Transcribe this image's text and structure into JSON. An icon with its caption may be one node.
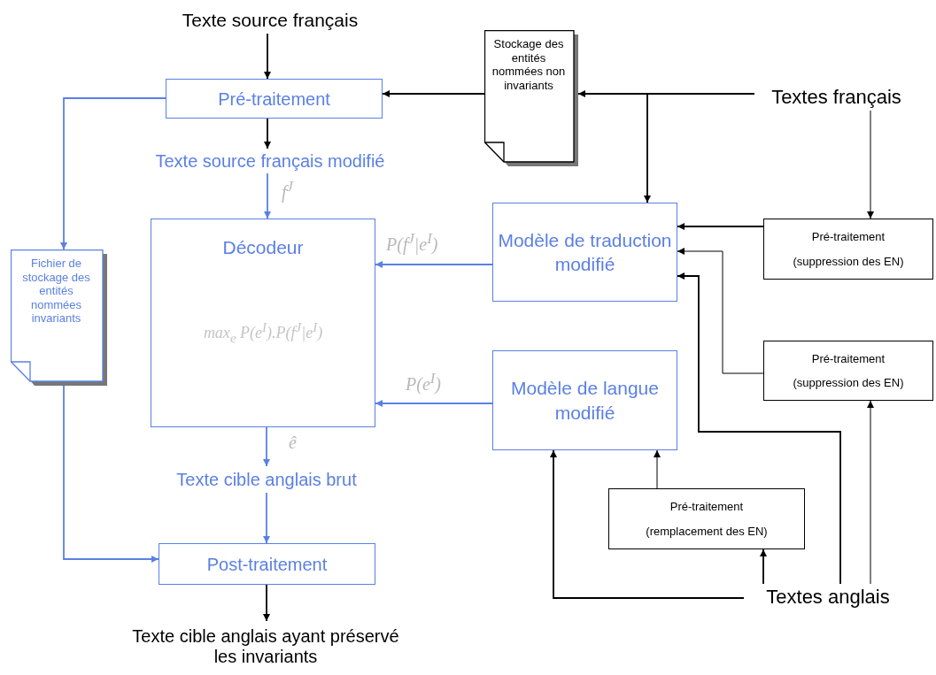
{
  "diagram": {
    "nodes": [
      {
        "text": [
          "Texte source français"
        ]
      },
      {
        "text": [
          "Pré-traitement"
        ]
      },
      {
        "text": [
          "Texte source français modifié"
        ]
      },
      {
        "text": [
          "Décodeur",
          "max$_{e}$ P(e$^{I}$).P(f$^{J}$|e$^{I}$)"
        ]
      },
      {
        "text": [
          "Stockage des entités nommées non invariants"
        ]
      },
      {
        "text": [
          "Textes français"
        ]
      },
      {
        "text": [
          "Modèle de traduction modifié"
        ]
      },
      {
        "text": [
          "Modèle de langue modifié"
        ]
      },
      {
        "text": [
          "Pré-traitement",
          "(suppression des EN)"
        ]
      },
      {
        "text": [
          "Pré-traitement",
          "(suppression des EN)"
        ]
      },
      {
        "text": [
          "Fichier de stockage des entités nommées invariants"
        ]
      },
      {
        "text": [
          "Texte cible anglais brut"
        ]
      },
      {
        "text": [
          "Pré-traitement",
          "(remplacement des EN)"
        ]
      },
      {
        "text": [
          "Textes anglais"
        ]
      },
      {
        "text": [
          "Post-traitement"
        ]
      },
      {
        "text": [
          "Texte cible anglais ayant préservé les invariants"
        ]
      }
    ],
    "edges": [
      {
        "from": 0,
        "to": 1,
        "arrow": "to"
      },
      {
        "from": 1,
        "to": 2,
        "arrow": "to"
      },
      {
        "from": 2,
        "to": 3,
        "arrow": "to",
        "label": "f$^{J}$",
        "color": "#5b80e4"
      },
      {
        "from": 4,
        "to": 1,
        "arrow": "to"
      },
      {
        "from": 5,
        "to": 4,
        "arrow": "to"
      },
      {
        "from": 5,
        "to": 6,
        "arrow": "to"
      },
      {
        "from": 1,
        "to": 10,
        "arrow": "to",
        "color": "#5b80e4"
      },
      {
        "from": 6,
        "to": 3,
        "arrow": "to",
        "label": "P(f$^{J}$|e$^{I}$)",
        "color": "#5b80e4"
      },
      {
        "from": 7,
        "to": 3,
        "arrow": "to",
        "label": "P(e$^{I}$)",
        "color": "#5b80e4"
      },
      {
        "from": 5,
        "to": 8,
        "arrow": "to"
      },
      {
        "from": 8,
        "to": 6,
        "arrow": "to"
      },
      {
        "from": 9,
        "to": 6,
        "arrow": "to"
      },
      {
        "from": 13,
        "to": 6,
        "arrow": "to"
      },
      {
        "from": 13,
        "to": 9,
        "arrow": "to"
      },
      {
        "from": 13,
        "to": 12,
        "arrow": "to"
      },
      {
        "from": 13,
        "to": 7,
        "arrow": "to"
      },
      {
        "from": 12,
        "to": 7,
        "arrow": "to"
      },
      {
        "from": 3,
        "to": 11,
        "arrow": "to",
        "label": "ê",
        "color": "#5b80e4"
      },
      {
        "from": 11,
        "to": 14,
        "arrow": "to",
        "color": "#5b80e4"
      },
      {
        "from": 10,
        "to": 14,
        "arrow": "to",
        "color": "#5b80e4"
      },
      {
        "from": 14,
        "to": 15,
        "arrow": "to"
      }
    ]
  }
}
